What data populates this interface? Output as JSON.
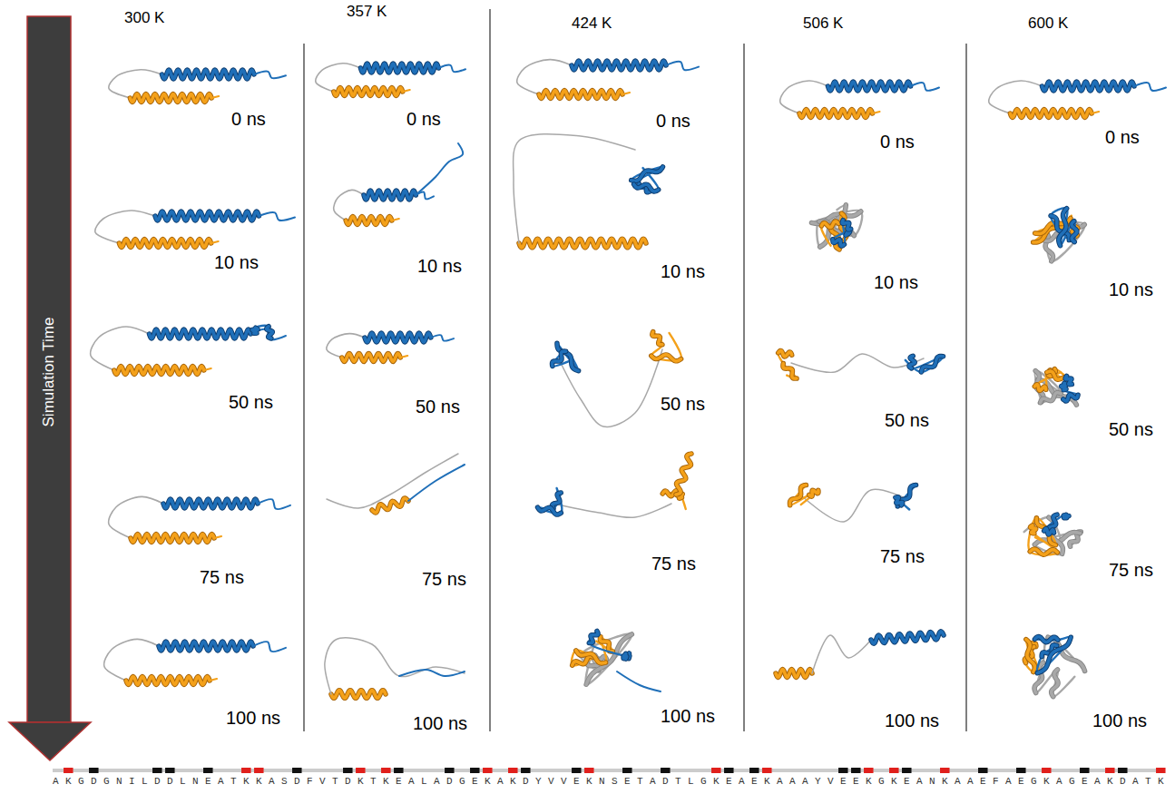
{
  "diagram": {
    "labels": [
      "Simulation Time",
      "300 K",
      "357 K",
      "424 K",
      "506 K",
      "600 K",
      "0 ns",
      "10 ns",
      "50 ns",
      "75 ns",
      "100 ns",
      "0 ns",
      "10 ns",
      "50 ns",
      "75 ns",
      "100 ns",
      "0 ns",
      "10 ns",
      "50 ns",
      "75 ns",
      "100 ns",
      "0 ns",
      "10 ns",
      "50 ns",
      "75 ns",
      "100 ns",
      "0 ns",
      "10 ns",
      "50 ns",
      "75 ns",
      "100 ns",
      "A K G D G N I L D D L N E A T K K A S D F V T D K T K E A L A D G E K A K D Y V V E K N S E T A D T L G K E A E K A A A Y V E E K G K E A N K A A E F A E G K A G E A K D A T K"
    ]
  }
}
